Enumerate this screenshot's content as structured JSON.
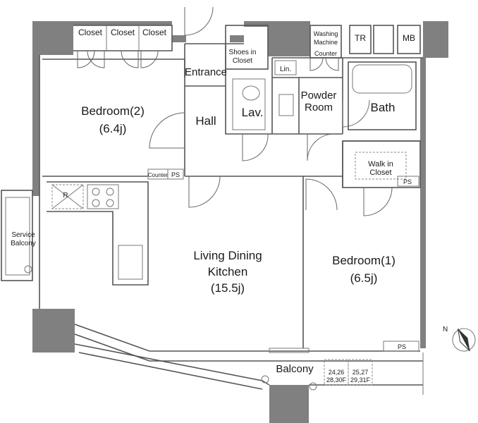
{
  "rooms": {
    "bedroom2": {
      "name": "Bedroom(2)",
      "size": "(6.4j)"
    },
    "bedroom1": {
      "name": "Bedroom(1)",
      "size": "(6.5j)"
    },
    "ldk": {
      "line1": "Living Dining",
      "line2": "Kitchen",
      "size": "(15.5j)"
    },
    "hall": "Hall",
    "entrance": "Entrance",
    "lav": "Lav.",
    "powder": {
      "line1": "Powder",
      "line2": "Room"
    },
    "bath": "Bath",
    "balcony": "Balcony",
    "service_balcony": {
      "line1": "Service",
      "line2": "Balcony"
    },
    "walk_in": {
      "line1": "Walk in",
      "line2": "Closet"
    }
  },
  "fixtures": {
    "closets": [
      "Closet",
      "Closet",
      "Closet"
    ],
    "shoes": {
      "line1": "Shoes in",
      "line2": "Closet"
    },
    "washing": {
      "line1": "Washing",
      "line2": "Machine",
      "line3": "Counter"
    },
    "tr": "TR",
    "mb": "MB",
    "lin": "Lin.",
    "counter": "Counter",
    "ps": "PS",
    "refrigerator": "R"
  },
  "outdoor_units": [
    {
      "line1": "24,26",
      "line2": "28,30F"
    },
    {
      "line1": "25,27",
      "line2": "29,31F"
    }
  ],
  "compass": {
    "label": "N"
  },
  "colors": {
    "wall": "#808080",
    "line": "#555555",
    "background": "#ffffff"
  }
}
